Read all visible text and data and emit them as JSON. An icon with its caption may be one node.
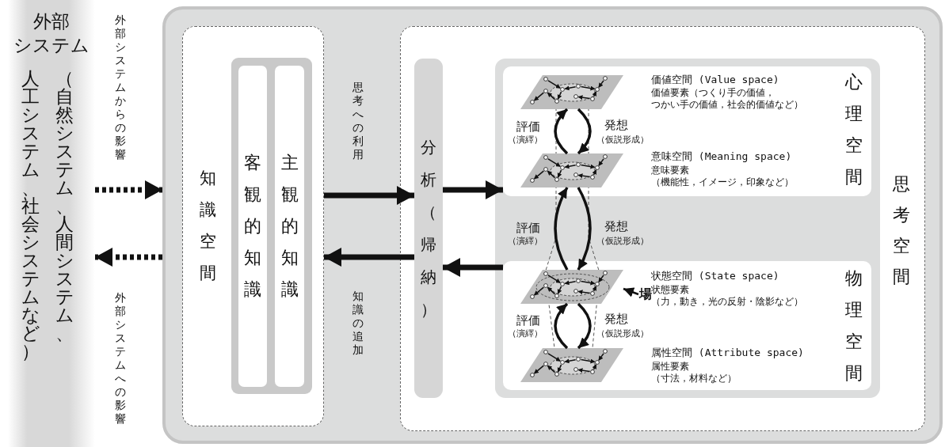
{
  "diagram": {
    "nodes": [
      {
        "text": [
          "外部システム",
          "（自然システム、人間システム、人工システム、社会システムなど）"
        ]
      },
      {
        "text": [],
        "shape": "box"
      },
      {
        "text": [
          "知識空間"
        ],
        "in": 1
      },
      {
        "text": [
          "客観的知識"
        ],
        "in": 2
      },
      {
        "text": [
          "主観的知識"
        ],
        "in": 2
      },
      {
        "text": [
          "思考空間"
        ],
        "in": 1
      },
      {
        "text": [
          "分析（帰納）"
        ],
        "in": 5
      },
      {
        "text": [
          "心理空間"
        ],
        "in": 5
      },
      {
        "text": [],
        "shape": "parallelogram",
        "in": 7,
        "beside": [
          "価値空間 (Value space)",
          "価値要素（つくり手の価値，つかい手の価値，社会的価値など）"
        ]
      },
      {
        "text": [],
        "shape": "parallelogram",
        "in": 7,
        "beside": [
          "意味空間 (Meaning space)",
          "意味要素",
          "（機能性，イメージ，印象など）"
        ]
      },
      {
        "text": [
          "物理空間"
        ],
        "in": 5
      },
      {
        "text": [],
        "shape": "parallelogram",
        "in": 10,
        "beside": [
          "状態空間 (State space)",
          "状態要素",
          "（力，動き，光の反射・陰影など）"
        ]
      },
      {
        "text": [],
        "shape": "parallelogram",
        "in": 10,
        "beside": [
          "属性空間 (Attribute space)",
          "属性要素",
          "（寸法，材料など）"
        ]
      },
      {
        "text": [
          "場"
        ],
        "in": 10
      }
    ],
    "edges": [
      {
        "from": 0,
        "to": 1,
        "arrow": "to",
        "style": "dashed",
        "label": "外部システムからの影響"
      },
      {
        "from": 1,
        "to": 0,
        "arrow": "to",
        "style": "dashed",
        "label": "外部システムへの影響"
      },
      {
        "from": 2,
        "to": 6,
        "arrow": "to",
        "style": "thick",
        "label": "思考への利用"
      },
      {
        "from": 6,
        "to": 2,
        "arrow": "to",
        "style": "thick",
        "label": "知識の追加"
      },
      {
        "from": 6,
        "to": 7,
        "arrow": "to",
        "style": "thick"
      },
      {
        "from": 10,
        "to": 6,
        "arrow": "to",
        "style": "thick"
      },
      {
        "from": 9,
        "to": 8,
        "arrow": "to"
      },
      {
        "from": 8,
        "to": 9,
        "arrow": "to"
      },
      {
        "from": 11,
        "to": 9,
        "arrow": "to"
      },
      {
        "from": 9,
        "to": 11,
        "arrow": "to"
      },
      {
        "from": 12,
        "to": 11,
        "arrow": "to"
      },
      {
        "from": 11,
        "to": 12,
        "arrow": "to"
      },
      {
        "from": 13,
        "to": 11,
        "arrow": "to"
      }
    ],
    "labels": [
      "評価",
      "（演繹）",
      "発想",
      "（仮説形成）",
      "評価",
      "（演繹）",
      "発想",
      "（仮説形成）",
      "評価",
      "（演繹）",
      "発想",
      "（仮説形成）"
    ]
  }
}
